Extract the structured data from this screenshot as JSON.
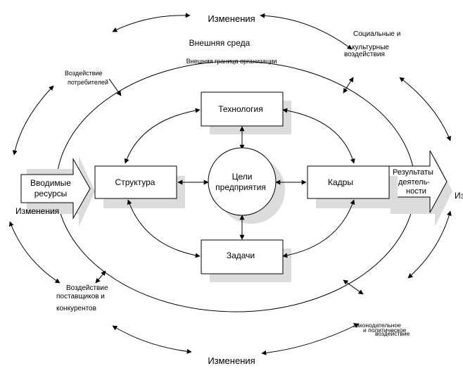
{
  "diagram": {
    "top_change": "Изменения",
    "bottom_change": "Изменения",
    "left_change": "Изменения",
    "right_change": "Из",
    "external_env": "Внешняя среда",
    "org_boundary": "Внешняя граница организации",
    "consumers": [
      "Воздействие",
      "потребителей"
    ],
    "social": [
      "Социальные и",
      "культурные",
      "воздействия"
    ],
    "suppliers": [
      "Воздействие",
      "поставщиков и",
      "конкурентов"
    ],
    "legal": [
      "Законодательное",
      "и политическое",
      "воздействие"
    ],
    "inputs": [
      "Вводимые",
      "ресурсы"
    ],
    "results": [
      "Результаты",
      "деятель-",
      "ности"
    ],
    "technology": "Технология",
    "structure": "Структура",
    "personnel": "Кадры",
    "tasks": "Задачи",
    "goals": [
      "Цели",
      "предприятия"
    ]
  }
}
